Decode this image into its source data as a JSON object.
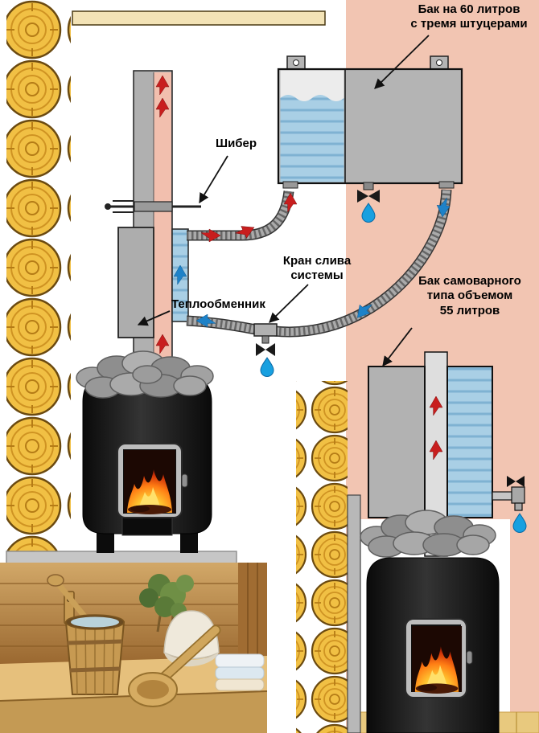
{
  "diagram": {
    "labels": {
      "tank60": "Бак на 60 литров\nс тремя штуцерами",
      "damper": "Шибер",
      "drain": "Кран слива\nсистемы",
      "heat_exchanger": "Теплообменник",
      "samovar": "Бак самоварного\nтипа объемом\n55 литров"
    },
    "colors": {
      "wall_salmon": "#f2c5b2",
      "water_blue": "#a9cfe5",
      "hot_flow_red": "#c81e1e",
      "cold_flow_blue": "#1e82c8",
      "log_yellow": "#f1c044",
      "metal_gray": "#b4b4b4",
      "drop_blue": "#18a0e0"
    }
  }
}
